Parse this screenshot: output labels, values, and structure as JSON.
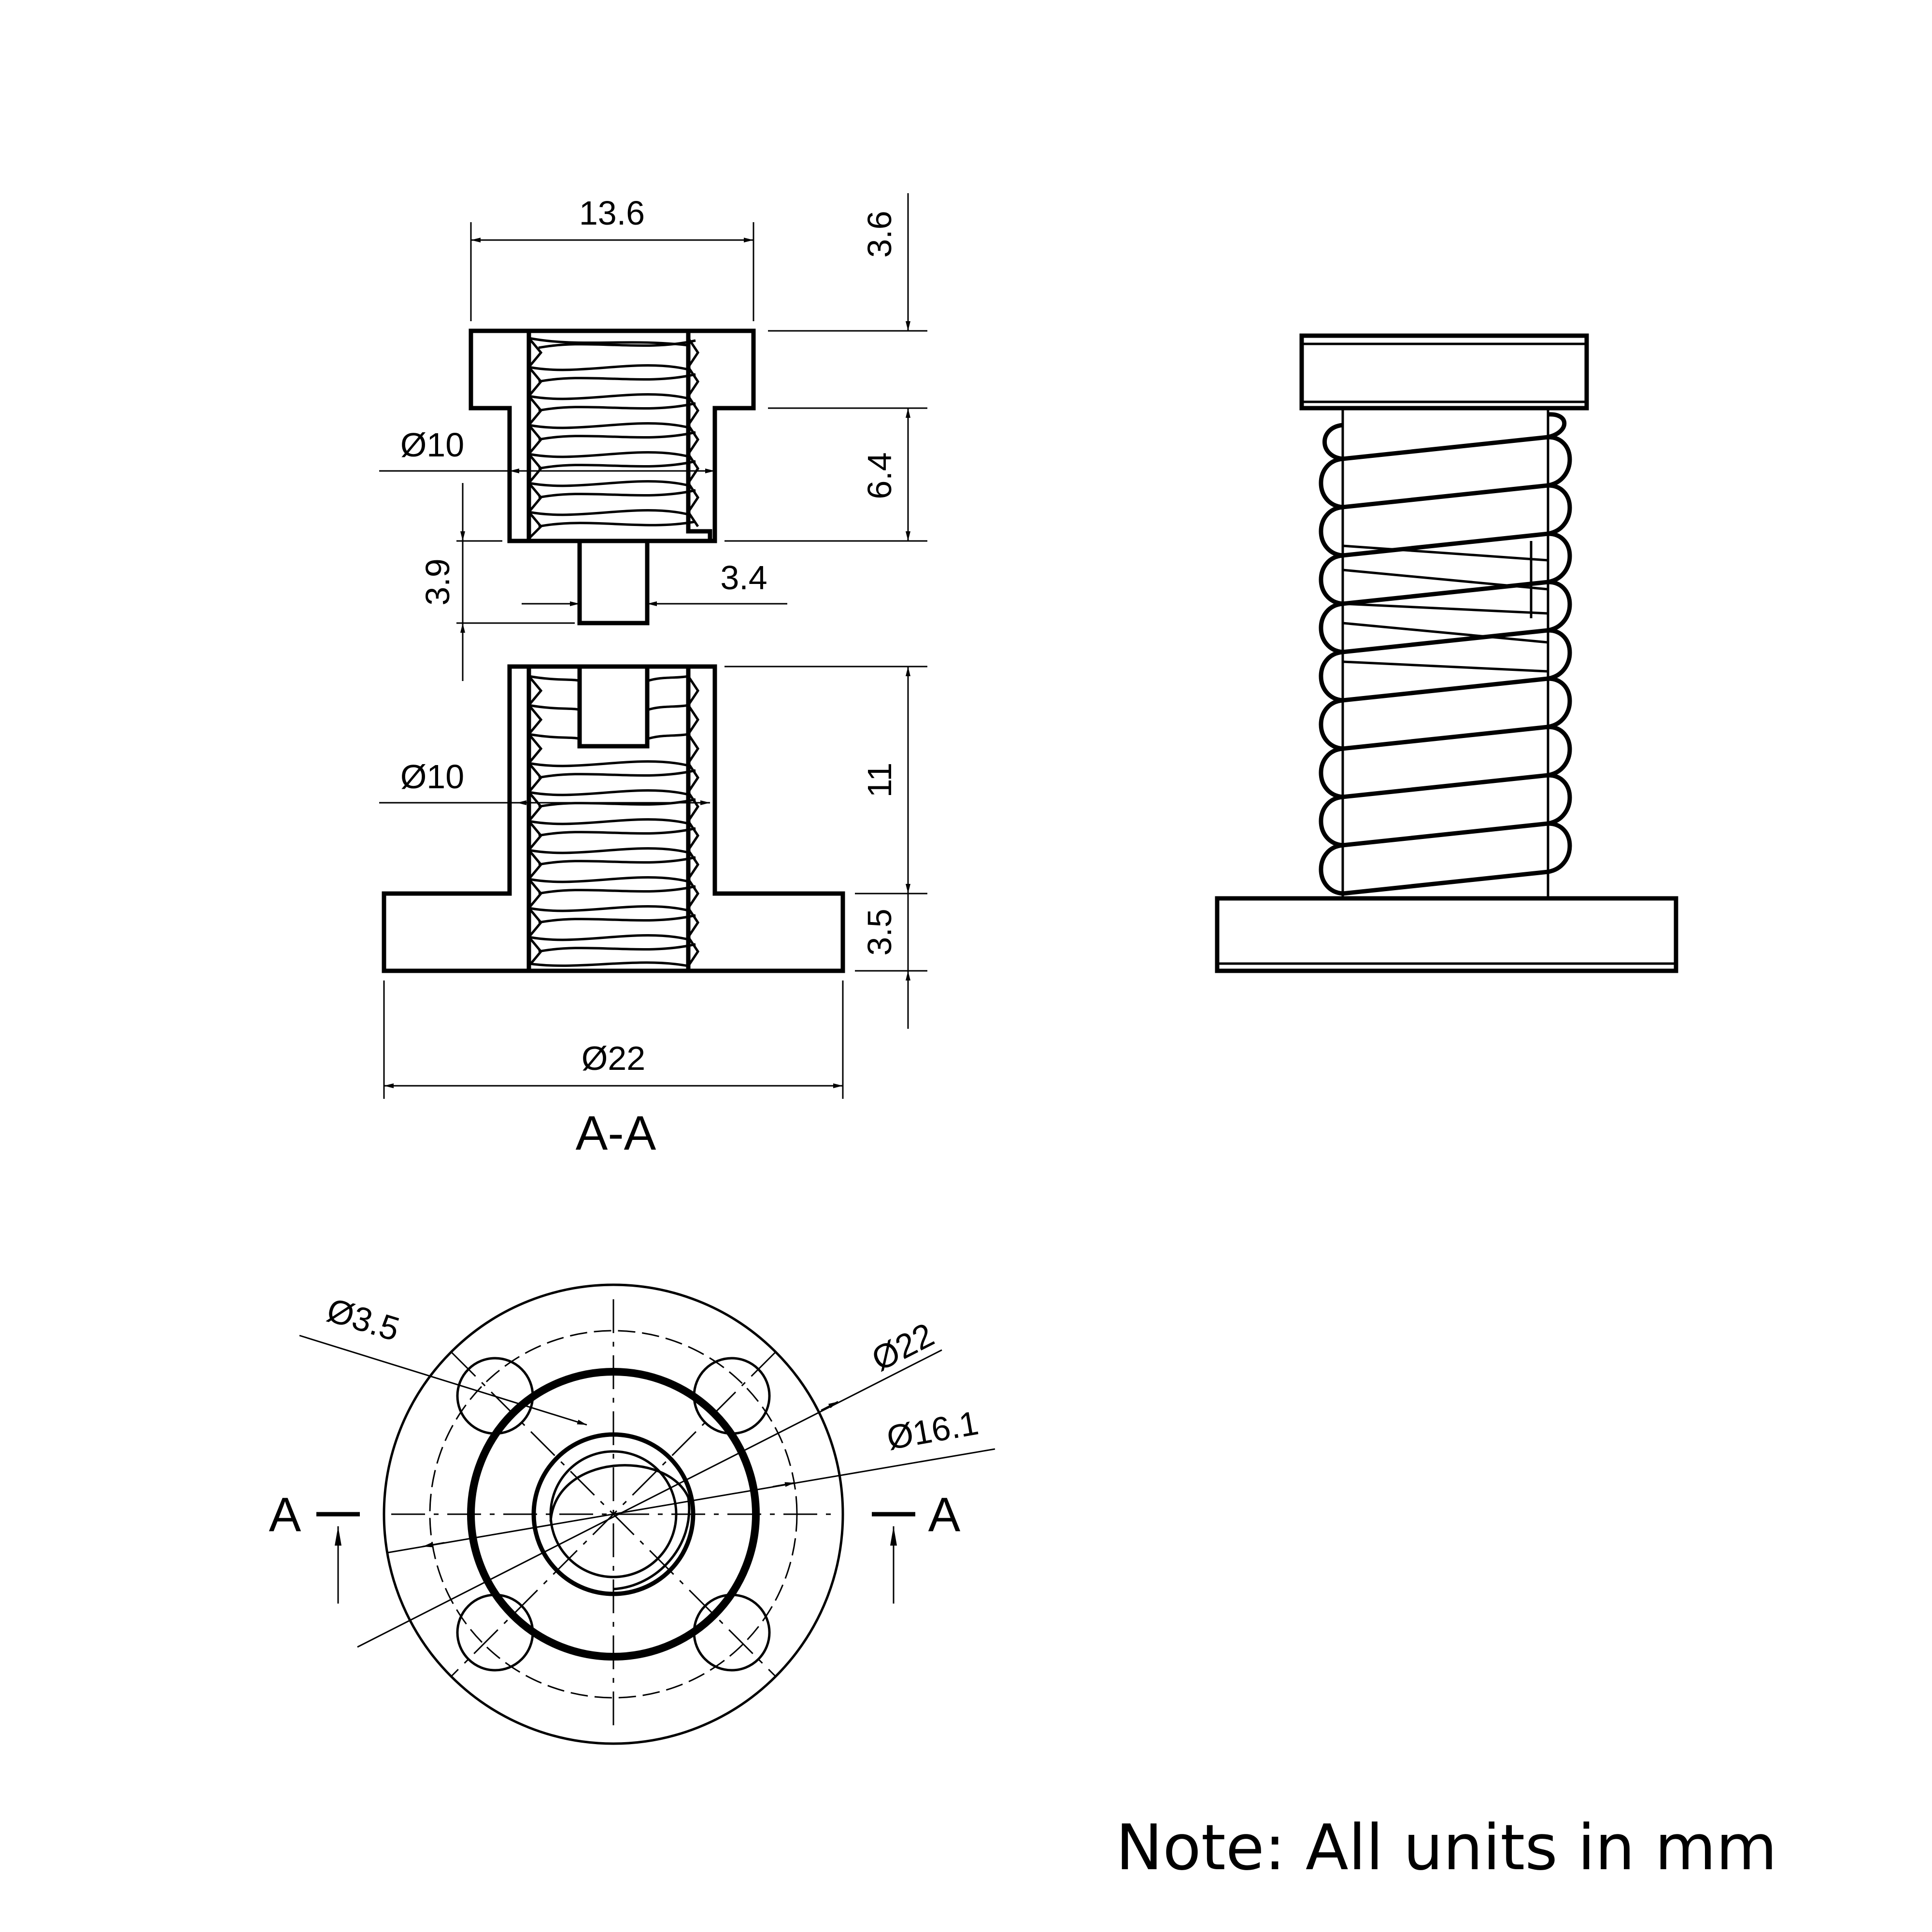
{
  "title": "",
  "dimensions": {
    "flange_top_width": "13.6",
    "flange_top_height": "3.6",
    "top_body_height": "6.4",
    "top_thread_dia": "Ø10",
    "pin_length": "3.9",
    "pin_dia": "3.4",
    "bottom_thread_dia": "Ø10",
    "bottom_body_height": "11",
    "base_height": "3.5",
    "base_dia": "Ø22",
    "hole_dia": "Ø3.5",
    "outer_dia": "Ø22",
    "bolt_circle_dia": "Ø16.1"
  },
  "section": {
    "label": "A-A",
    "cut_left": "A",
    "cut_right": "A"
  },
  "note": "Note: All units in mm",
  "views": [
    "section-view",
    "isometric-view",
    "top-view"
  ]
}
